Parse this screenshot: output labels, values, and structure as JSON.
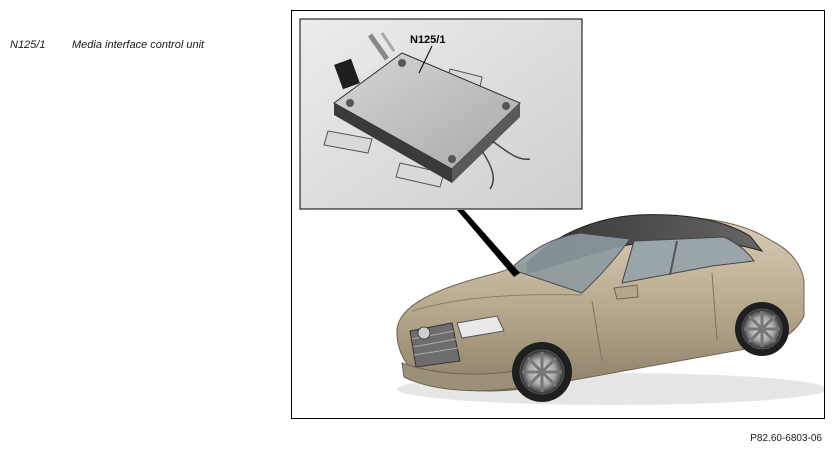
{
  "legend": {
    "code": "N125/1",
    "description": "Media interface control unit"
  },
  "figure": {
    "callout_label": "N125/1",
    "figure_number": "P82.60-6803-06"
  }
}
